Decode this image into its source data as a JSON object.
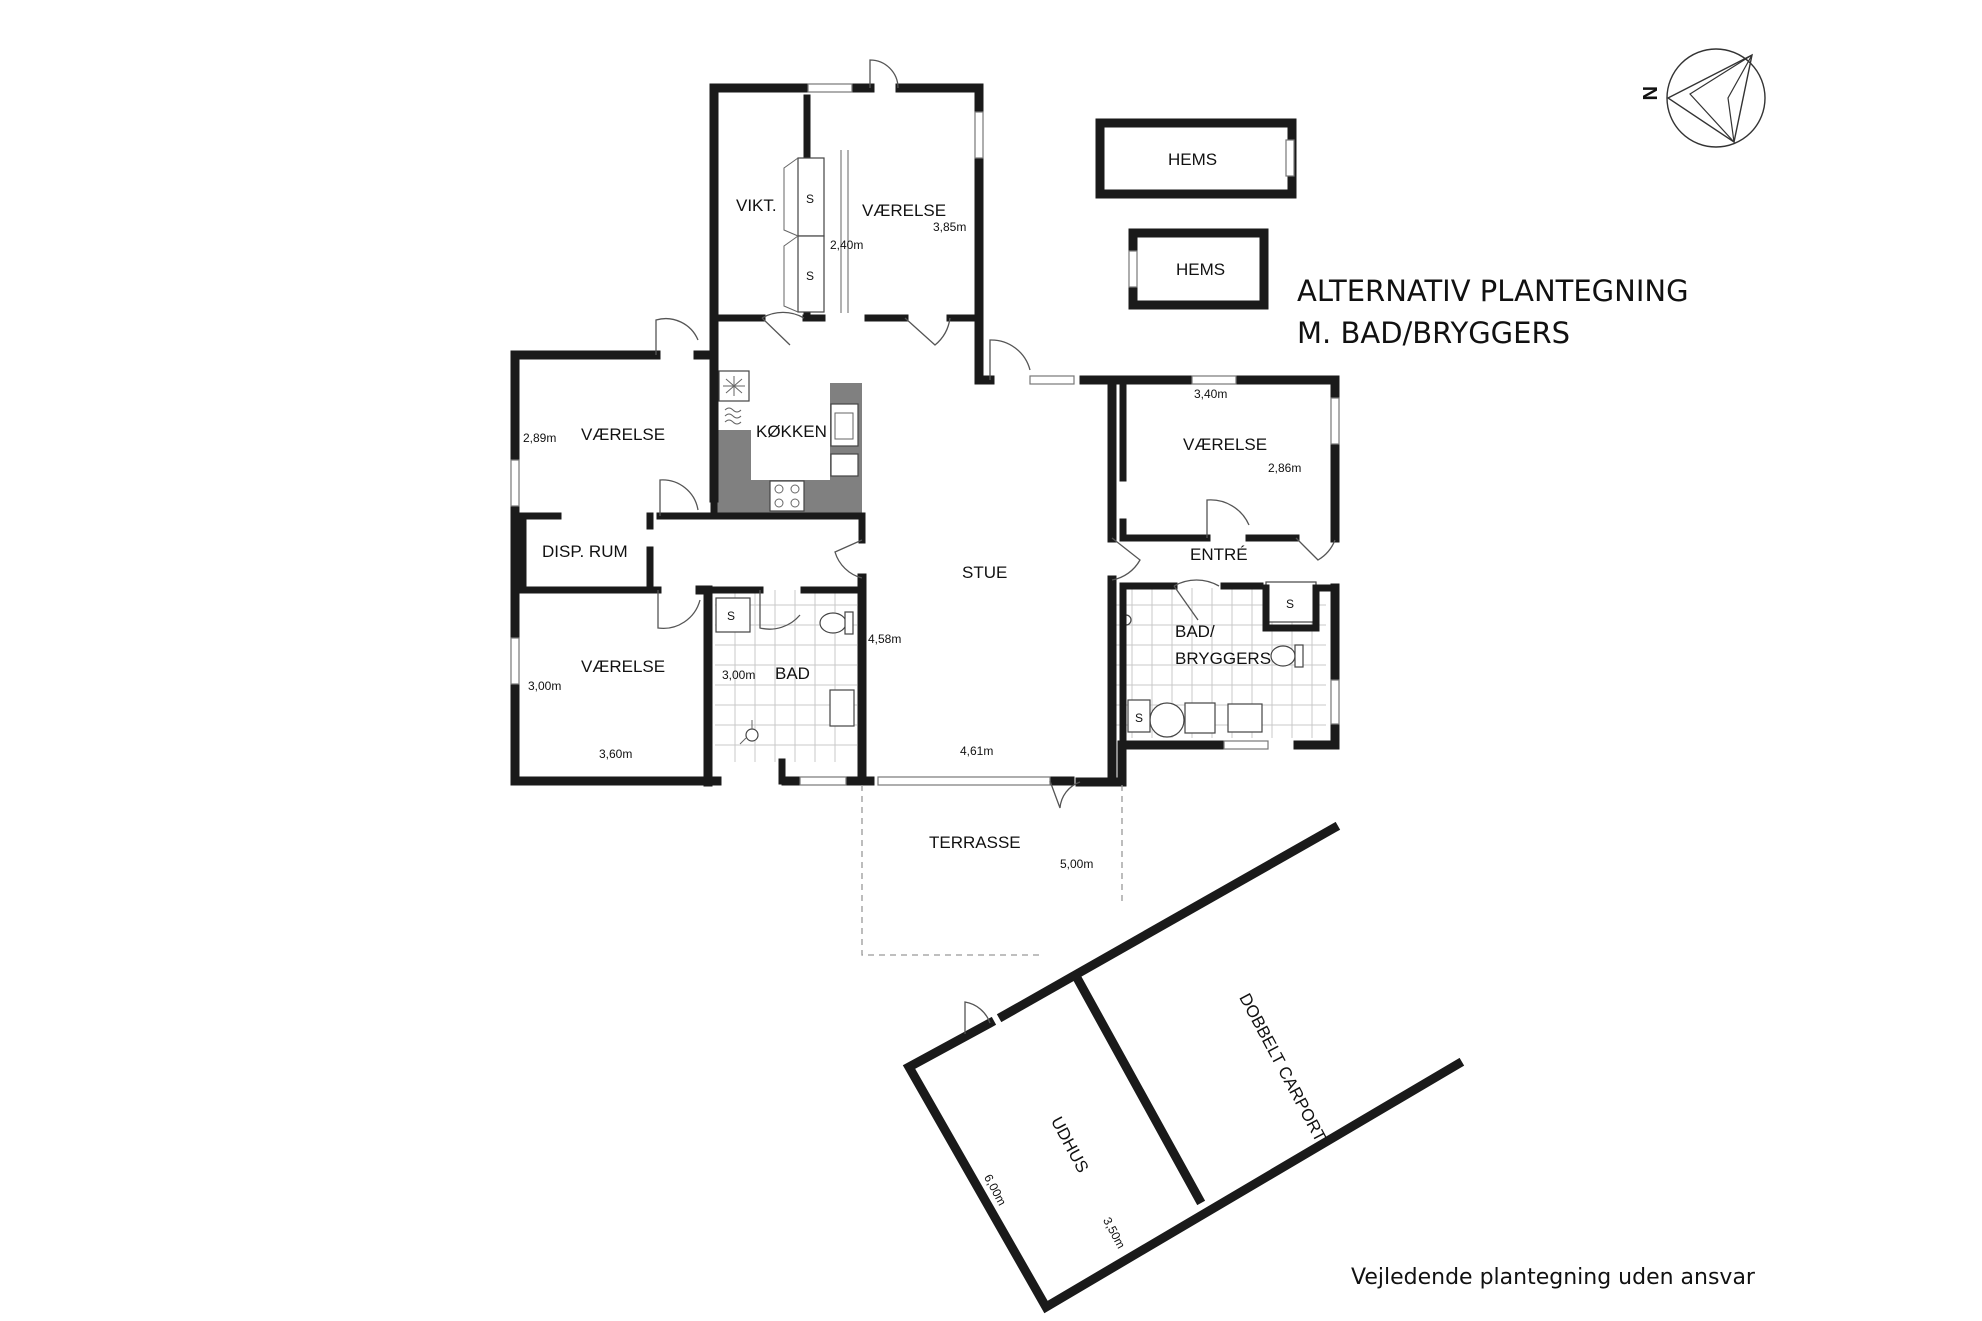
{
  "title": {
    "line1": "ALTERNATIV PLANTEGNING",
    "line2": "M. BAD/BRYGGERS"
  },
  "compass": {
    "label": "N"
  },
  "rooms": {
    "vikt": "VIKT.",
    "vaerelse_top": "VÆRELSE",
    "hems1": "HEMS",
    "hems2": "HEMS",
    "vaerelse_left": "VÆRELSE",
    "koekken": "KØKKEN",
    "disp_rum": "DISP. RUM",
    "vaerelse_bottom_left": "VÆRELSE",
    "bad": "BAD",
    "stue": "STUE",
    "vaerelse_right": "VÆRELSE",
    "entre": "ENTRÉ",
    "bad_bryggers_line1": "BAD/",
    "bad_bryggers_line2": "BRYGGERS",
    "terrasse": "TERRASSE",
    "udhus": "UDHUS",
    "carport": "DOBBELT CARPORT",
    "closet_s1": "S",
    "closet_s2": "S",
    "closet_s3": "S",
    "closet_s4": "S",
    "closet_s5": "S"
  },
  "dimensions": {
    "vaerelse_top_depth": "3,85m",
    "vikt_width": "2,40m",
    "vaerelse_right_width": "3,40m",
    "vaerelse_right_depth": "2,86m",
    "vaerelse_left_depth": "2,89m",
    "vaerelse_bottom_left_depth": "3,00m",
    "vaerelse_bottom_left_width": "3,60m",
    "bad_depth": "3,00m",
    "stue_depth": "4,58m",
    "stue_width": "4,61m",
    "terrasse_width": "5,00m",
    "udhus_length": "6,00m",
    "udhus_width": "3,50m"
  },
  "footer_note": "Vejledende plantegning uden ansvar",
  "colors": {
    "wall": "#1a1a1a",
    "kitchen_counter": "#808080",
    "background": "#ffffff"
  }
}
